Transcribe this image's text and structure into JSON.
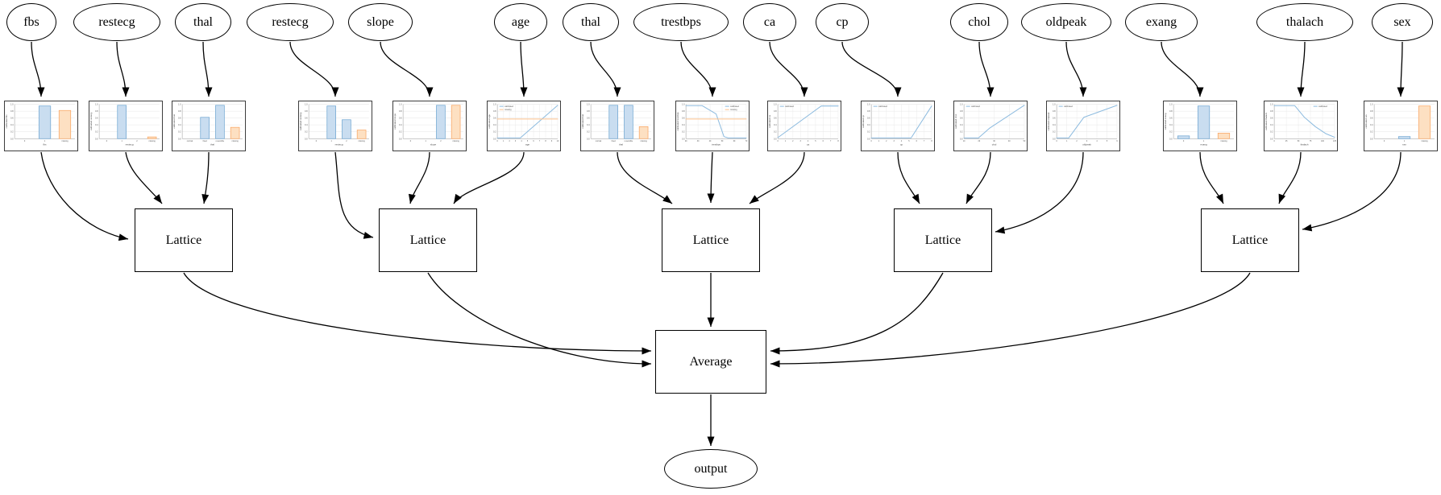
{
  "diagram": {
    "features": [
      "fbs",
      "restecg",
      "thal",
      "restecg",
      "slope",
      "age",
      "thal",
      "trestbps",
      "ca",
      "cp",
      "chol",
      "oldpeak",
      "exang",
      "thalach",
      "sex"
    ],
    "lattice_label": "Lattice",
    "lattice_count": 5,
    "average_label": "Average",
    "output_label": "output"
  },
  "colors": {
    "bar_blue_fill": "#c9ddf0",
    "bar_blue_edge": "#6ba3d0",
    "bar_orange_fill": "#fde0c2",
    "bar_orange_edge": "#f9a35f",
    "line_blue": "#8dbbdf",
    "line_orange": "#ffc38e",
    "node_border": "#000000",
    "chart_border": "#3d3d3d",
    "grid": "#e6e6e6"
  },
  "chart_data": [
    {
      "feature": "fbs",
      "type": "bar",
      "ylabel": "calibrated fbs",
      "xlabel": "fbs",
      "y_ticks": [
        "1.0",
        "0.8",
        "0.6",
        "0.4",
        "0.2",
        "0.0"
      ],
      "categories": [
        "0",
        "1",
        "missing"
      ],
      "values": [
        0,
        0.95,
        0.82
      ],
      "bar_colors": [
        "blue",
        "blue",
        "orange"
      ]
    },
    {
      "feature": "restecg",
      "type": "bar",
      "ylabel": "calibrated restecg",
      "xlabel": "restecg",
      "y_ticks": [
        "1.0",
        "0.8",
        "0.6",
        "0.4",
        "0.2",
        "0.0"
      ],
      "categories": [
        "0",
        "1",
        "2",
        "missing"
      ],
      "values": [
        0,
        0.97,
        0,
        0.05
      ],
      "bar_colors": [
        "blue",
        "blue",
        "blue",
        "orange"
      ]
    },
    {
      "feature": "thal",
      "type": "bar",
      "ylabel": "calibrated thal",
      "xlabel": "thal",
      "y_ticks": [
        "1.0",
        "0.8",
        "0.6",
        "0.4",
        "0.2",
        "0.0"
      ],
      "categories": [
        "normal",
        "fixed",
        "reversible",
        "missing"
      ],
      "values": [
        0,
        0.62,
        0.97,
        0.33
      ],
      "bar_colors": [
        "blue",
        "blue",
        "blue",
        "orange"
      ]
    },
    {
      "feature": "restecg",
      "type": "bar",
      "ylabel": "calibrated restecg",
      "xlabel": "restecg",
      "y_ticks": [
        "1.0",
        "0.8",
        "0.6",
        "0.4",
        "0.2",
        "0.0"
      ],
      "categories": [
        "0",
        "1",
        "2",
        "missing"
      ],
      "values": [
        0,
        0.95,
        0.55,
        0.25
      ],
      "bar_colors": [
        "blue",
        "blue",
        "blue",
        "orange"
      ]
    },
    {
      "feature": "slope",
      "type": "bar",
      "ylabel": "calibrated slope",
      "xlabel": "slope",
      "y_ticks": [
        "1.0",
        "0.8",
        "0.6",
        "0.4",
        "0.2",
        "0.0"
      ],
      "categories": [
        "0",
        "1",
        "2",
        "missing"
      ],
      "values": [
        0,
        0,
        0.97,
        0.97
      ],
      "bar_colors": [
        "blue",
        "blue",
        "blue",
        "orange"
      ]
    },
    {
      "feature": "age",
      "type": "line",
      "ylabel": "calibrated age",
      "xlabel": "age",
      "y_ticks": [
        "1.0",
        "0.8",
        "0.6",
        "0.4",
        "0.2",
        "0.0"
      ],
      "x_ticks": [
        "0",
        "1",
        "2",
        "3",
        "4",
        "5",
        "6",
        "7",
        "8",
        "9",
        "10"
      ],
      "legend": [
        "calibrated",
        "missing"
      ],
      "legend_pos": "top-left",
      "series": [
        {
          "name": "calibrated",
          "color": "blue",
          "points": [
            [
              0,
              0.02
            ],
            [
              0.38,
              0.02
            ],
            [
              1,
              0.97
            ]
          ]
        },
        {
          "name": "missing",
          "color": "orange",
          "points": [
            [
              0,
              0.57
            ],
            [
              1,
              0.57
            ]
          ]
        }
      ]
    },
    {
      "feature": "thal",
      "type": "bar",
      "ylabel": "calibrated thal",
      "xlabel": "thal",
      "y_ticks": [
        "1.0",
        "0.8",
        "0.6",
        "0.4",
        "0.2",
        "0.0"
      ],
      "categories": [
        "normal",
        "fixed",
        "reversible",
        "missing"
      ],
      "values": [
        0,
        0.97,
        0.97,
        0.35
      ],
      "bar_colors": [
        "blue",
        "blue",
        "blue",
        "orange"
      ]
    },
    {
      "feature": "trestbps",
      "type": "line",
      "ylabel": "calibrated trestbps",
      "xlabel": "trestbps",
      "y_ticks": [
        "1.0",
        "0.8",
        "0.6",
        "0.4",
        "0.2",
        "0.0"
      ],
      "x_ticks": [
        "20",
        "30",
        "40",
        "50",
        "60",
        "70"
      ],
      "legend": [
        "calibrated",
        "missing"
      ],
      "legend_pos": "top-right",
      "series": [
        {
          "name": "calibrated",
          "color": "blue",
          "points": [
            [
              0,
              0.96
            ],
            [
              0.27,
              0.96
            ],
            [
              0.5,
              0.72
            ],
            [
              0.63,
              0.06
            ],
            [
              0.7,
              0.02
            ],
            [
              1,
              0.02
            ]
          ]
        },
        {
          "name": "missing",
          "color": "orange",
          "points": [
            [
              0,
              0.57
            ],
            [
              1,
              0.57
            ]
          ]
        }
      ]
    },
    {
      "feature": "ca",
      "type": "line",
      "ylabel": "calibrated ca",
      "xlabel": "ca",
      "y_ticks": [
        "1.0",
        "0.8",
        "0.6",
        "0.4",
        "0.2",
        "0.0"
      ],
      "x_ticks": [
        "0",
        "1",
        "2",
        "3",
        "4",
        "5",
        "6",
        "7",
        "8"
      ],
      "legend": [
        "calibrated"
      ],
      "legend_pos": "top-left",
      "series": [
        {
          "name": "calibrated",
          "color": "blue",
          "points": [
            [
              0,
              0.03
            ],
            [
              0.72,
              0.95
            ],
            [
              1,
              0.95
            ]
          ]
        }
      ]
    },
    {
      "feature": "cp",
      "type": "line",
      "ylabel": "calibrated cp",
      "xlabel": "cp",
      "y_ticks": [
        "1.0",
        "0.8",
        "0.6",
        "0.4",
        "0.2",
        "0.0"
      ],
      "x_ticks": [
        "0",
        "1",
        "2",
        "3",
        "4",
        "5",
        "6",
        "7",
        "8"
      ],
      "legend": [
        "calibrated"
      ],
      "legend_pos": "top-left",
      "series": [
        {
          "name": "calibrated",
          "color": "blue",
          "points": [
            [
              0,
              0.02
            ],
            [
              0.66,
              0.02
            ],
            [
              1,
              0.95
            ]
          ]
        }
      ]
    },
    {
      "feature": "chol",
      "type": "line",
      "ylabel": "calibrated chol",
      "xlabel": "chol",
      "y_ticks": [
        "1.0",
        "0.8",
        "0.6",
        "0.4",
        "0.2",
        "0.0"
      ],
      "x_ticks": [
        "10",
        "20",
        "30",
        "40",
        "50"
      ],
      "legend": [
        "calibrated"
      ],
      "legend_pos": "top-left",
      "series": [
        {
          "name": "calibrated",
          "color": "blue",
          "points": [
            [
              0,
              0.02
            ],
            [
              0.24,
              0.02
            ],
            [
              0.42,
              0.3
            ],
            [
              1,
              0.97
            ]
          ]
        }
      ]
    },
    {
      "feature": "oldpeak",
      "type": "line",
      "ylabel": "calibrated oldpeak",
      "xlabel": "oldpeak",
      "y_ticks": [
        "1.0",
        "0.8",
        "0.6",
        "0.4",
        "0.2",
        "0.0"
      ],
      "x_ticks": [
        "0",
        "1",
        "2",
        "3",
        "4",
        "5",
        "6"
      ],
      "legend": [
        "calibrated"
      ],
      "legend_pos": "top-left",
      "series": [
        {
          "name": "calibrated",
          "color": "blue",
          "points": [
            [
              0,
              0.02
            ],
            [
              0.2,
              0.02
            ],
            [
              0.45,
              0.62
            ],
            [
              1,
              0.97
            ]
          ]
        }
      ]
    },
    {
      "feature": "exang",
      "type": "bar",
      "ylabel": "calibrated exang",
      "xlabel": "exang",
      "y_ticks": [
        "1.0",
        "0.8",
        "0.6",
        "0.4",
        "0.2",
        "0.0"
      ],
      "categories": [
        "0",
        "1",
        "missing"
      ],
      "values": [
        0.08,
        0.95,
        0.16
      ],
      "bar_colors": [
        "blue",
        "blue",
        "orange"
      ]
    },
    {
      "feature": "thalach",
      "type": "line",
      "ylabel": "calibrated thalach",
      "xlabel": "thalach",
      "y_ticks": [
        "1.0",
        "0.8",
        "0.6",
        "0.4",
        "0.2",
        "0.0"
      ],
      "x_ticks": [
        "0",
        "25",
        "50",
        "75",
        "100",
        "125"
      ],
      "legend": [
        "calibrated"
      ],
      "legend_pos": "top-right",
      "series": [
        {
          "name": "calibrated",
          "color": "blue",
          "points": [
            [
              0,
              0.96
            ],
            [
              0.34,
              0.96
            ],
            [
              0.5,
              0.62
            ],
            [
              0.68,
              0.35
            ],
            [
              0.85,
              0.15
            ],
            [
              1,
              0.04
            ]
          ]
        }
      ]
    },
    {
      "feature": "sex",
      "type": "bar",
      "ylabel": "calibrated sex",
      "xlabel": "sex",
      "y_ticks": [
        "1.0",
        "0.8",
        "0.6",
        "0.4",
        "0.2",
        "0.0"
      ],
      "categories": [
        "0",
        "1",
        "missing"
      ],
      "values": [
        0,
        0.06,
        0.95
      ],
      "bar_colors": [
        "blue",
        "blue",
        "orange"
      ]
    }
  ]
}
